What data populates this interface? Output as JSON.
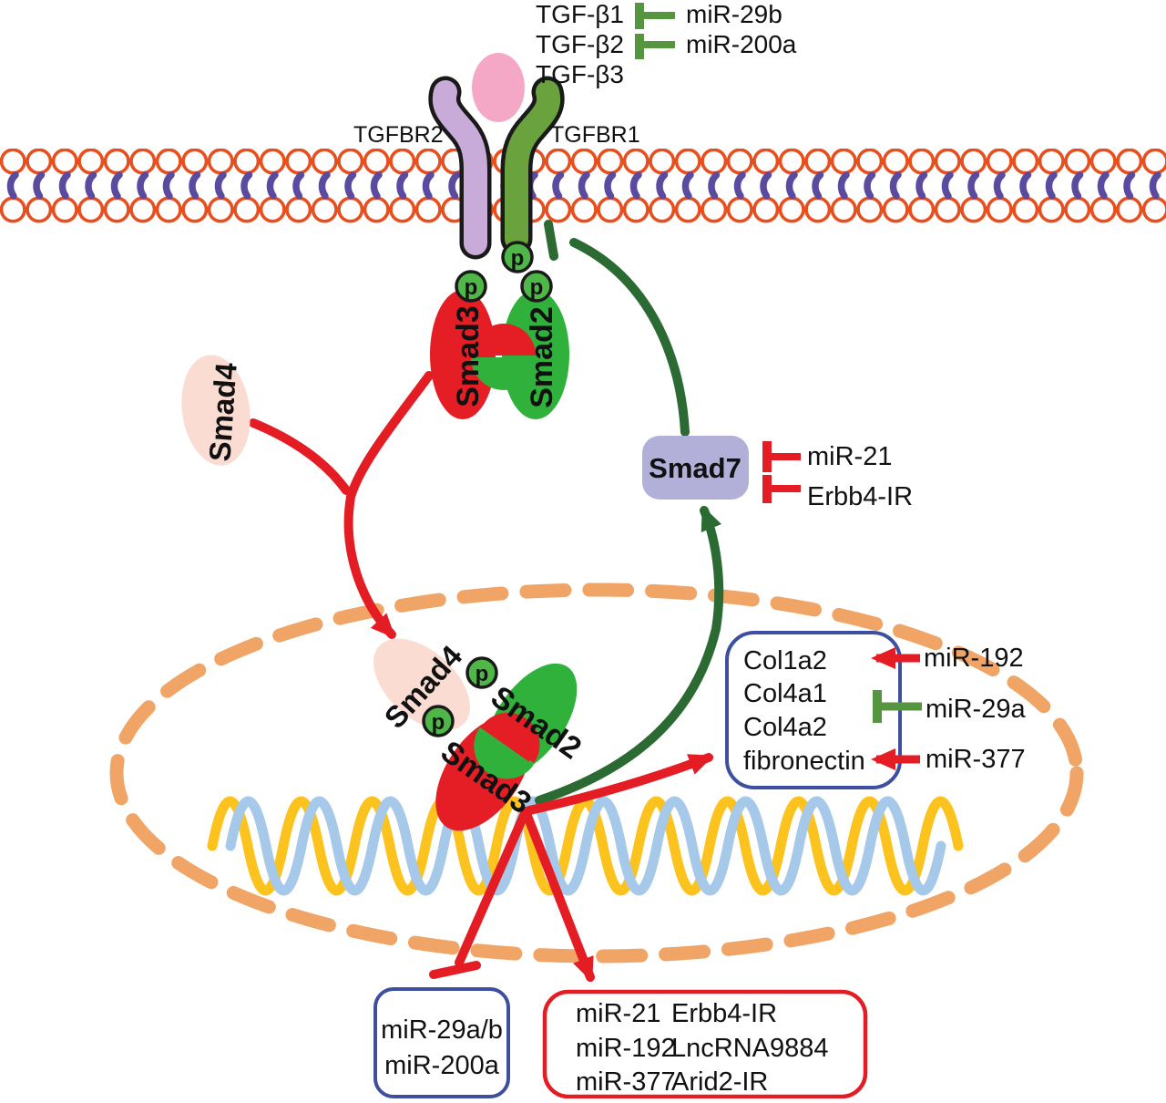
{
  "colors": {
    "membrane_head": "#e74f1f",
    "membrane_tail": "#5a4aa0",
    "tgfbr2_fill": "#c8abd8",
    "tgfbr1_fill": "#6aa23d",
    "ligand_fill": "#f5a8c5",
    "smad3_red": "#e51d24",
    "smad2_green": "#2fb13b",
    "smad4_pink": "#fadcd3",
    "smad7_lavender": "#b2b0d8",
    "phospho_green": "#4fb747",
    "arrow_red": "#e41c23",
    "arrow_dark_green": "#2b6b33",
    "inhibit_green": "#569540",
    "nucleus_dash": "#f0a466",
    "dna_yellow": "#fcc21d",
    "dna_blue": "#a6c8e9",
    "box_blue_border": "#3d4f9e"
  },
  "ligands": {
    "items": [
      "TGF-β1",
      "TGF-β2",
      "TGF-β3"
    ]
  },
  "ligand_inhibitors": {
    "items": [
      "miR-29b",
      "miR-200a"
    ]
  },
  "receptors": {
    "left": "TGFBR2",
    "right": "TGFBR1"
  },
  "phospho_label": "p",
  "smad": {
    "smad2": "Smad2",
    "smad3": "Smad3",
    "smad4": "Smad4",
    "smad7": "Smad7"
  },
  "smad7_inhibitors": {
    "items": [
      "miR-21",
      "Erbb4-IR"
    ]
  },
  "gene_box": {
    "items": [
      "Col1a2",
      "Col4a1",
      "Col4a2",
      "fibronectin"
    ]
  },
  "gene_regulators": {
    "arrow_top": "miR-192",
    "inhibitor": "miR-29a",
    "arrow_bottom": "miR-377"
  },
  "suppressed_box": {
    "items": [
      "miR-29a/b",
      "miR-200a"
    ]
  },
  "induced_box": {
    "col1": [
      "miR-21",
      "miR-192",
      "miR-377"
    ],
    "col2": [
      "Erbb4-IR",
      "LncRNA9884",
      "Arid2-IR"
    ]
  }
}
